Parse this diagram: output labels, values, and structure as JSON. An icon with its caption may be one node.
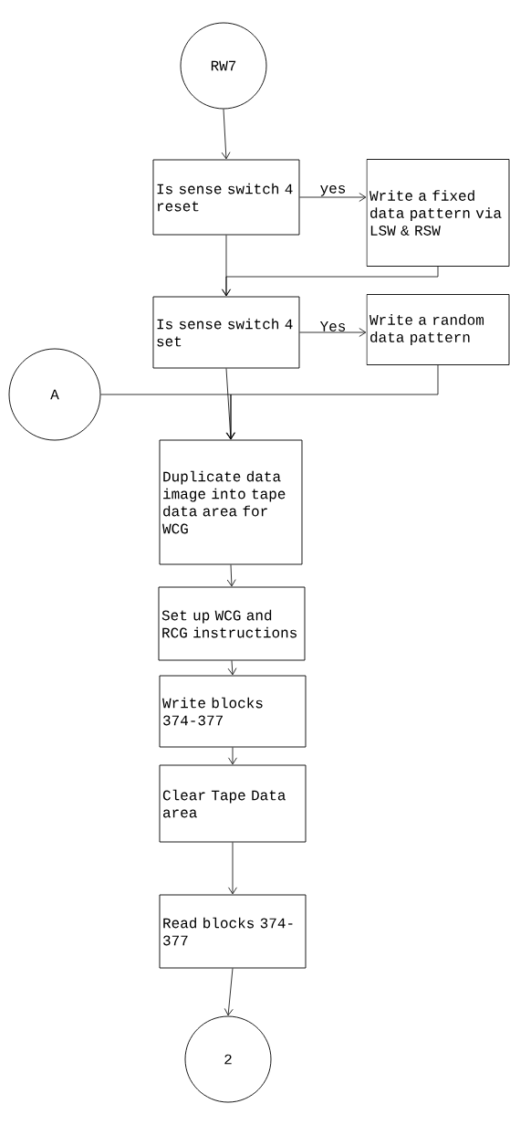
{
  "diagram": {
    "nodes": [
      {
        "text": [
          "RW7"
        ]
      },
      {
        "text": [
          "Is sense switch 4 reset"
        ]
      },
      {
        "text": [
          "Write a fixed data pattern via LSW & RSW"
        ]
      },
      {
        "text": [
          "Is sense switch 4 set"
        ]
      },
      {
        "text": [
          "Write a random data pattern"
        ]
      },
      {
        "text": [
          "A"
        ]
      },
      {
        "text": [
          "Duplicate data image into tape data area for WCG"
        ]
      },
      {
        "text": [
          "Set up WCG and RCG instructions"
        ]
      },
      {
        "text": [
          "Write blocks 374-377"
        ]
      },
      {
        "text": [
          "Clear Tape Data area"
        ]
      },
      {
        "text": [
          "Read blocks 374-377"
        ]
      },
      {
        "text": [
          "2"
        ]
      }
    ],
    "edges": [
      {
        "from": 0,
        "to": 1,
        "arrow": "to"
      },
      {
        "from": 1,
        "to": 2,
        "arrow": "to",
        "label": "yes"
      },
      {
        "from": 1,
        "to": 3,
        "arrow": "to"
      },
      {
        "from": 2,
        "to": 3,
        "arrow": "to"
      },
      {
        "from": 3,
        "to": 4,
        "arrow": "to",
        "label": "Yes"
      },
      {
        "from": 3,
        "to": 6,
        "arrow": "to"
      },
      {
        "from": 4,
        "to": 6,
        "arrow": "to"
      },
      {
        "from": 5,
        "to": 6,
        "arrow": "to"
      },
      {
        "from": 6,
        "to": 7,
        "arrow": "to"
      },
      {
        "from": 7,
        "to": 8,
        "arrow": "to"
      },
      {
        "from": 8,
        "to": 9,
        "arrow": "to"
      },
      {
        "from": 9,
        "to": 10,
        "arrow": "to"
      },
      {
        "from": 10,
        "to": 11,
        "arrow": "to"
      }
    ]
  }
}
